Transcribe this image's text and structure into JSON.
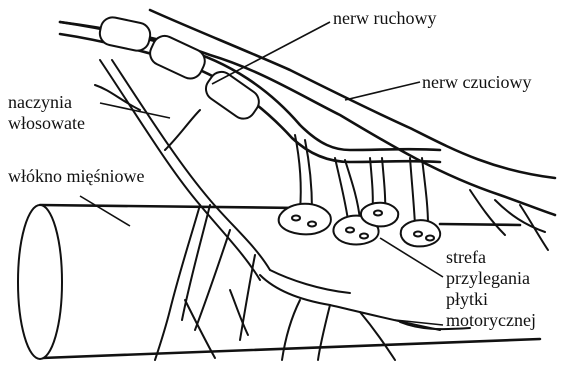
{
  "labels": {
    "motor_nerve": "nerw ruchowy",
    "sensory_nerve": "nerw czuciowy",
    "capillaries": [
      "naczynia",
      "włosowate"
    ],
    "muscle_fiber": "włókno mięśniowe",
    "endplate_zone": [
      "strefa",
      "przylegania",
      "płytki",
      "motorycznej"
    ]
  },
  "colors": {
    "ink": "#111111",
    "background": "#ffffff"
  }
}
